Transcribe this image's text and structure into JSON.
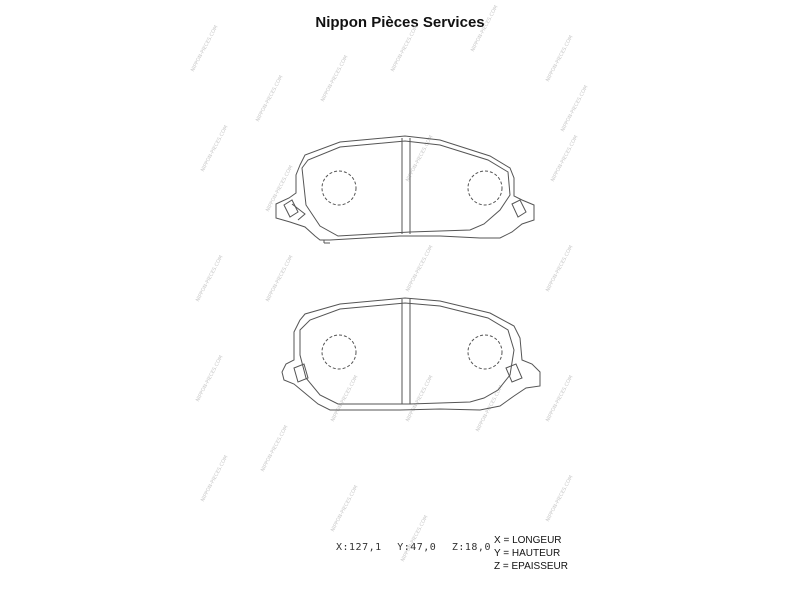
{
  "header": {
    "brand": "Nippon Pièces Services"
  },
  "dimensions": {
    "x": "X:127,1",
    "y": "Y:47,0",
    "z": "Z:18,0"
  },
  "legend": {
    "x": "X = LONGEUR",
    "y": "Y = HAUTEUR",
    "z": "Z = EPAISSEUR"
  },
  "watermark": {
    "text": "NIPPON-PIECES.COM"
  },
  "colors": {
    "line": "#555555",
    "text": "#111111",
    "watermark": "#c9c9c9"
  }
}
